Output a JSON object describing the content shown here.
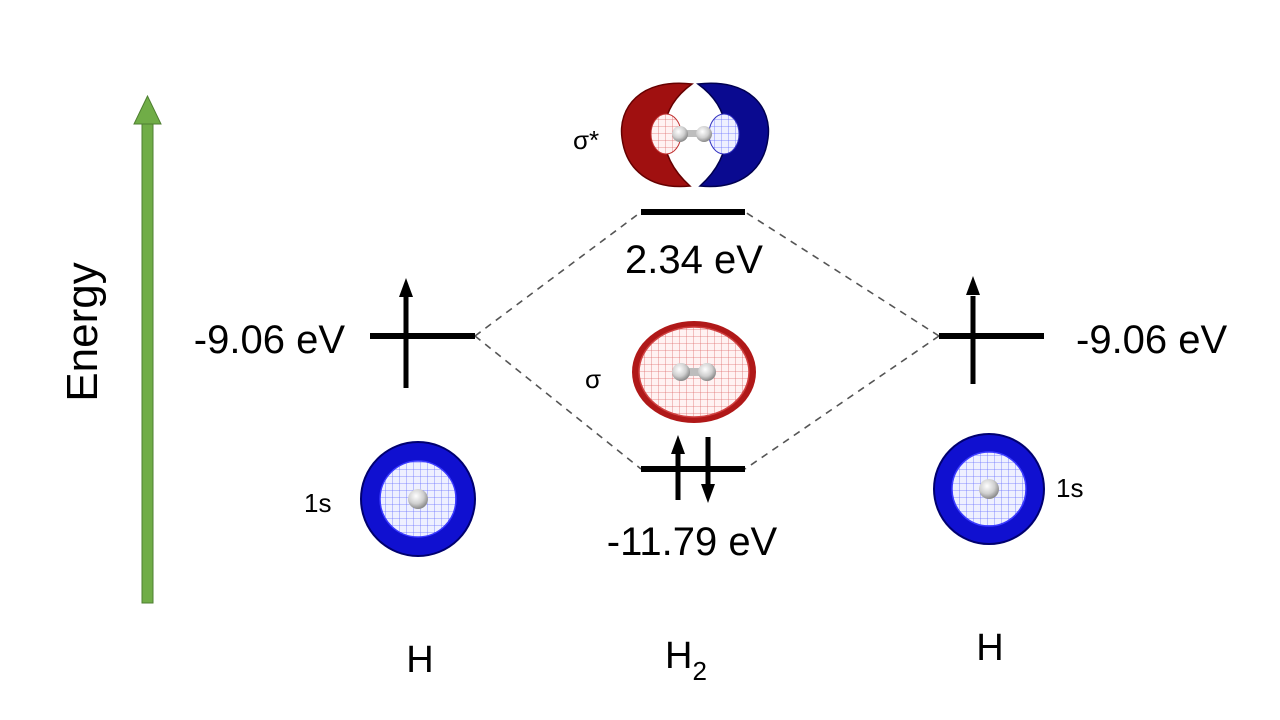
{
  "axis": {
    "label": "Energy",
    "arrow_color": "#70AD47"
  },
  "left_atom": {
    "energy_label": "-9.06 eV",
    "orbital_label": "1s",
    "atom_label": "H",
    "electron": "up"
  },
  "right_atom": {
    "energy_label": "-9.06 eV",
    "orbital_label": "1s",
    "atom_label": "H",
    "electron": "up"
  },
  "molecule": {
    "label_base": "H",
    "label_sub": "2",
    "antibonding": {
      "symbol": "σ*",
      "energy_label": "2.34 eV",
      "electrons": 0
    },
    "bonding": {
      "symbol": "σ",
      "energy_label": "-11.79 eV",
      "electrons": 2
    }
  },
  "colors": {
    "s_orbital_blue": "#1010D0",
    "phase_red": "#B01010",
    "phase_blue": "#0A0A90",
    "bonding_red": "#B01818",
    "connector": "#555555"
  }
}
